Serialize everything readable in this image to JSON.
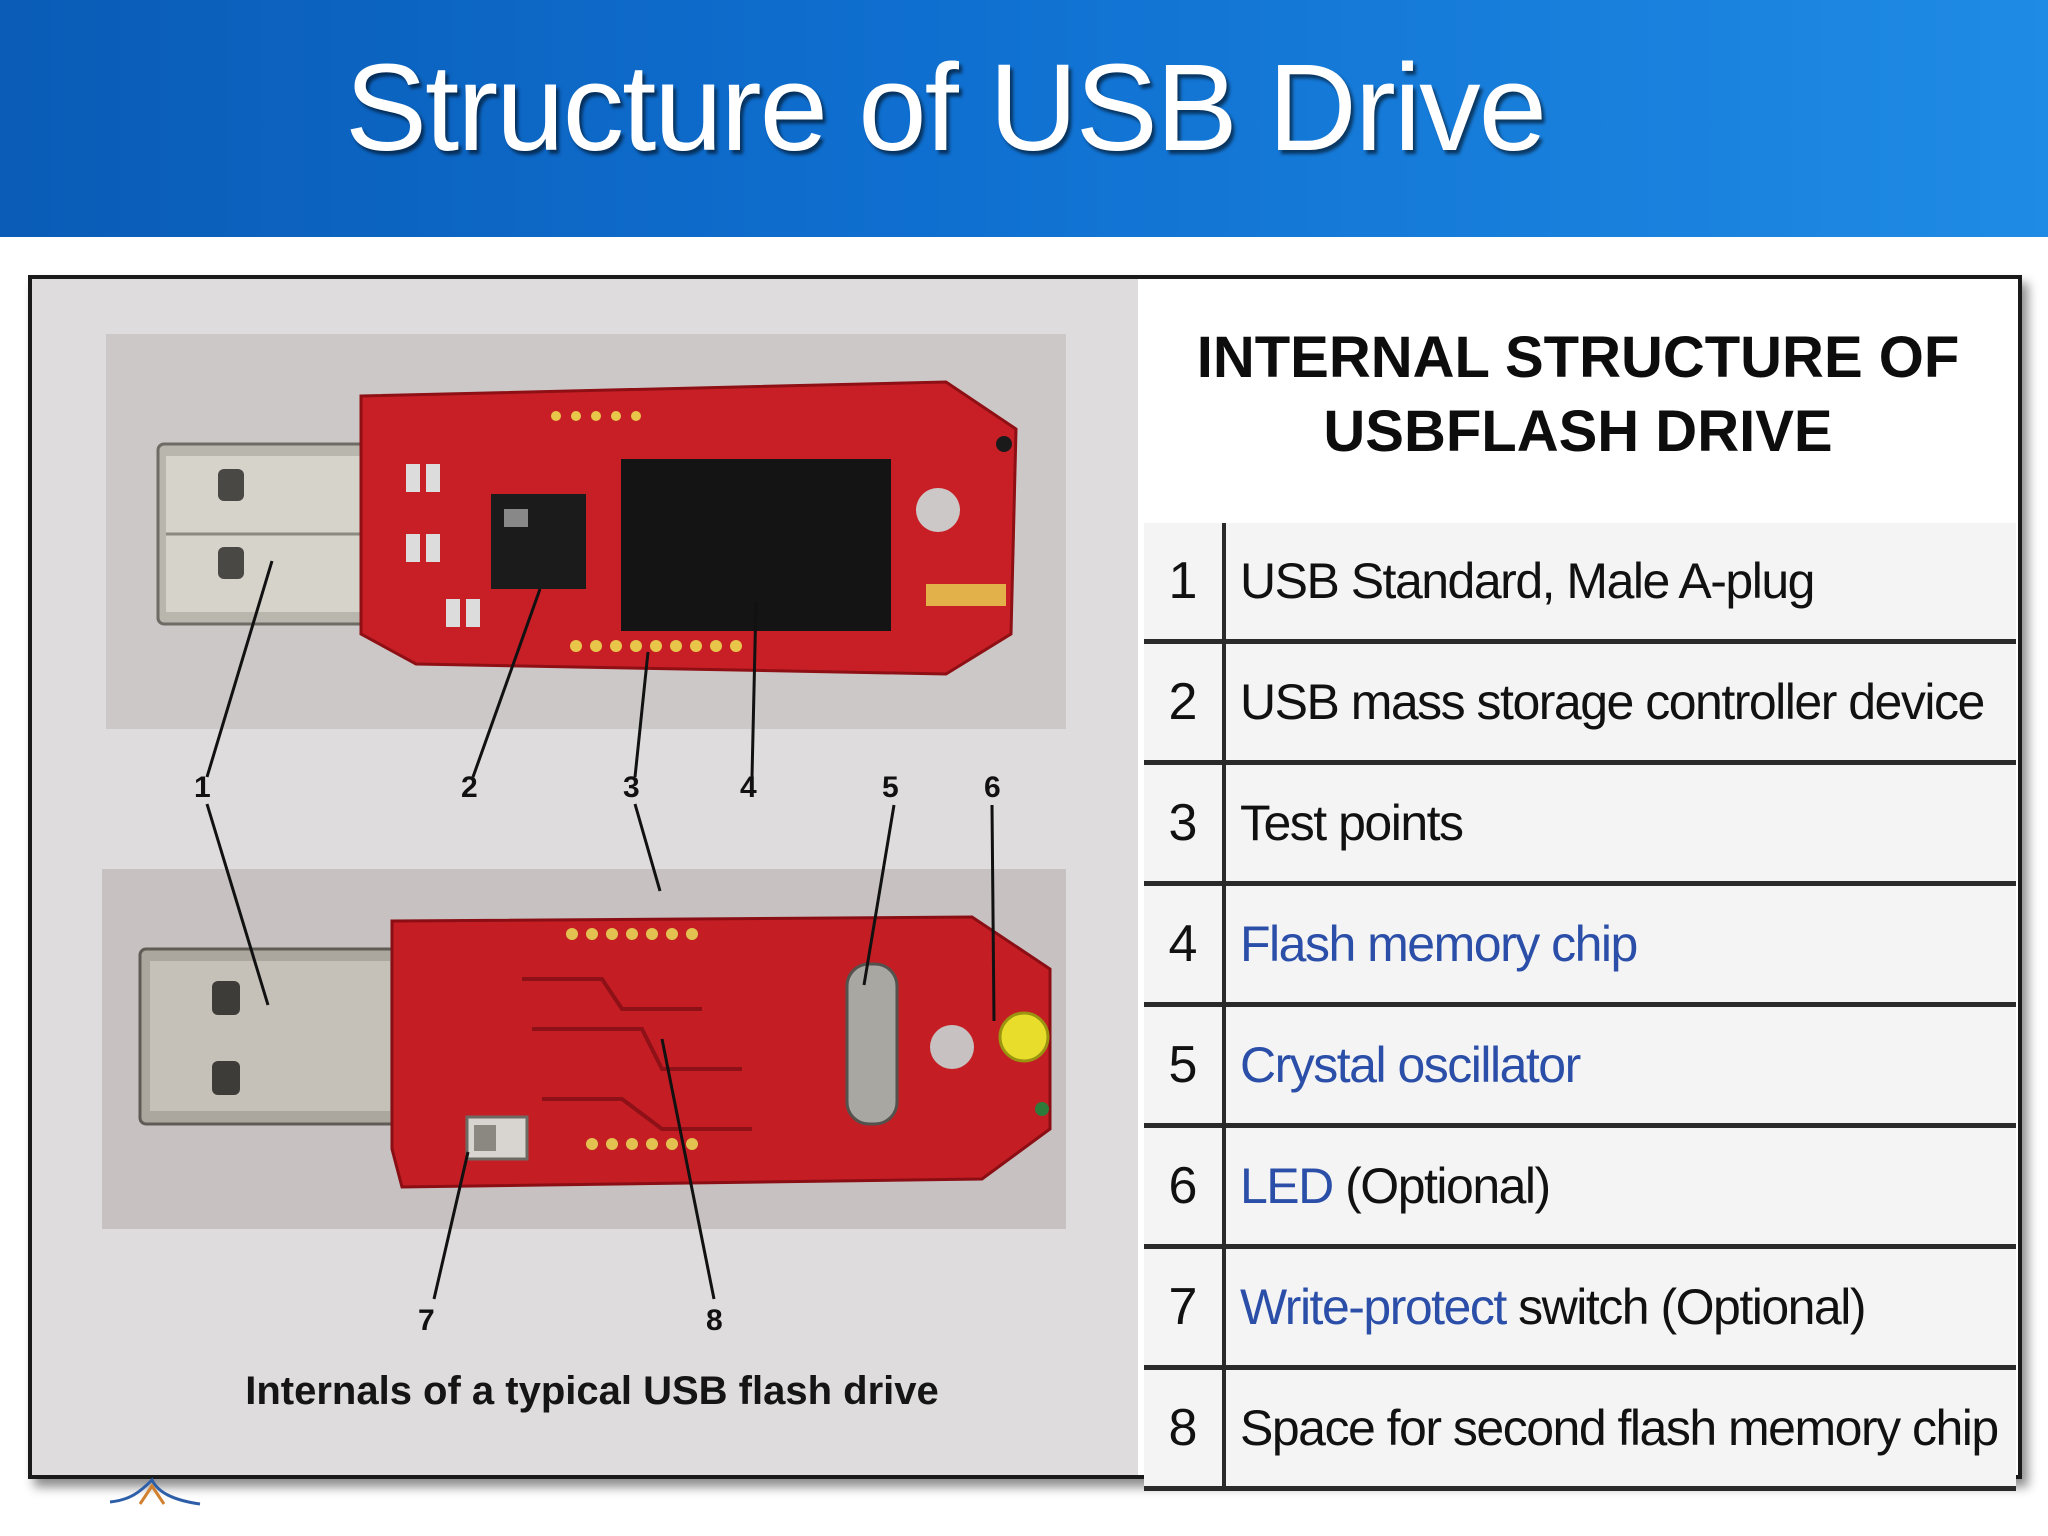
{
  "title": "Structure of USB Drive",
  "colors": {
    "header_start": "#0a5cb6",
    "header_end": "#1f8be4",
    "link": "#2b4fa8",
    "pcb": "#c81f26"
  },
  "figure": {
    "callout_numbers": [
      "1",
      "2",
      "3",
      "4",
      "5",
      "6",
      "7",
      "8"
    ],
    "caption": "Internals of a typical USB flash drive"
  },
  "panel": {
    "heading_line1": "INTERNAL STRUCTURE OF",
    "heading_line2": "USBFLASH DRIVE",
    "rows": [
      {
        "num": "1",
        "link": "",
        "text": "USB Standard, Male A-plug"
      },
      {
        "num": "2",
        "link": "",
        "text": "USB mass storage controller device"
      },
      {
        "num": "3",
        "link": "",
        "text": "Test points"
      },
      {
        "num": "4",
        "link": "Flash memory chip",
        "text": ""
      },
      {
        "num": "5",
        "link": "Crystal oscillator",
        "text": ""
      },
      {
        "num": "6",
        "link": "LED",
        "text": " (Optional)"
      },
      {
        "num": "7",
        "link": "Write-protect",
        "text": " switch (Optional)"
      },
      {
        "num": "8",
        "link": "",
        "text": "Space for second flash memory chip"
      }
    ]
  },
  "icons": {
    "logo": "abstract-logo-icon"
  }
}
